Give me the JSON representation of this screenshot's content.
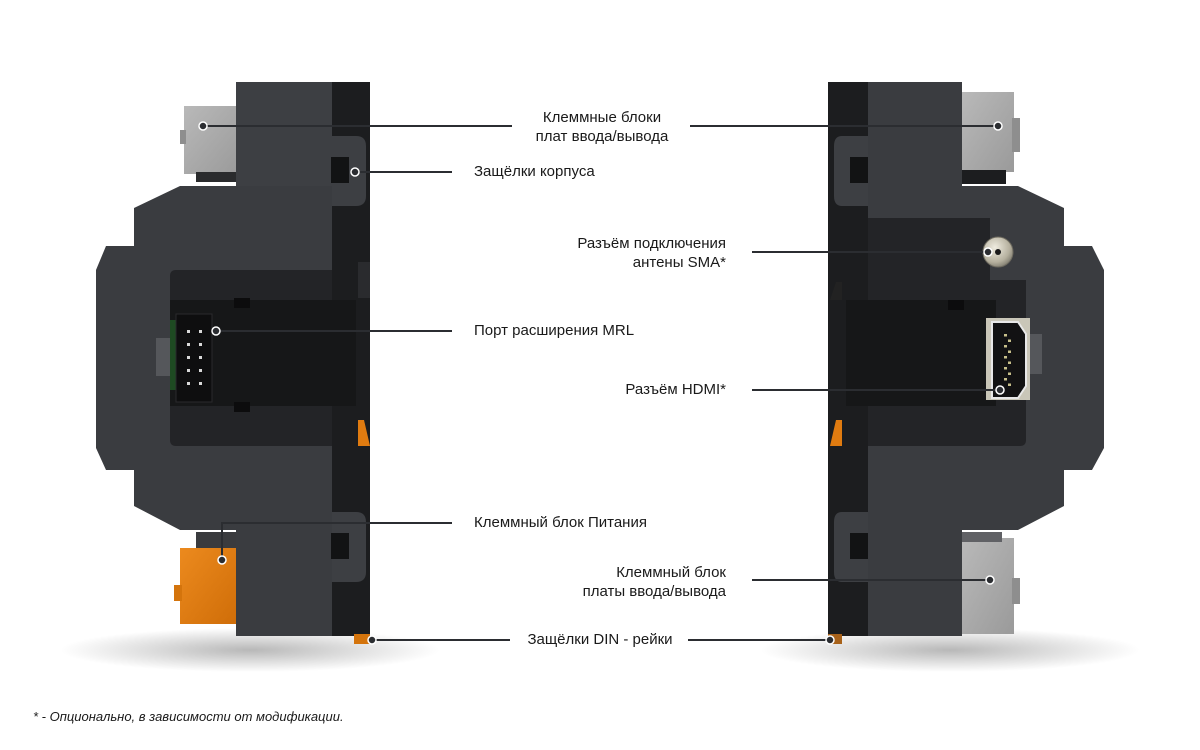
{
  "title": "Device side views with component callouts",
  "colors": {
    "housing_dark": "#3a3c40",
    "housing_darker": "#1e1f21",
    "housing_black": "#141516",
    "terminal_gray": "#a8a8a8",
    "terminal_orange": "#e07b10",
    "callout_line": "#2b2d31",
    "connector_metal": "#c8c4b4"
  },
  "labels": {
    "io_terminals": [
      "Клеммные блоки",
      "плат ввода/вывода"
    ],
    "housing_latches": "Защёлки корпуса",
    "sma_connector": [
      "Разъём подключения",
      "антены SMA*"
    ],
    "mrl_port": "Порт расширения MRL",
    "hdmi_connector": "Разъём HDMI*",
    "power_terminal": "Клеммный блок Питания",
    "io_terminal_single": [
      "Клеммный блок",
      "платы ввода/вывода"
    ],
    "din_latches": "Защёлки DIN - рейки"
  },
  "footnote": "* - Опционально, в зависимости от модификации."
}
